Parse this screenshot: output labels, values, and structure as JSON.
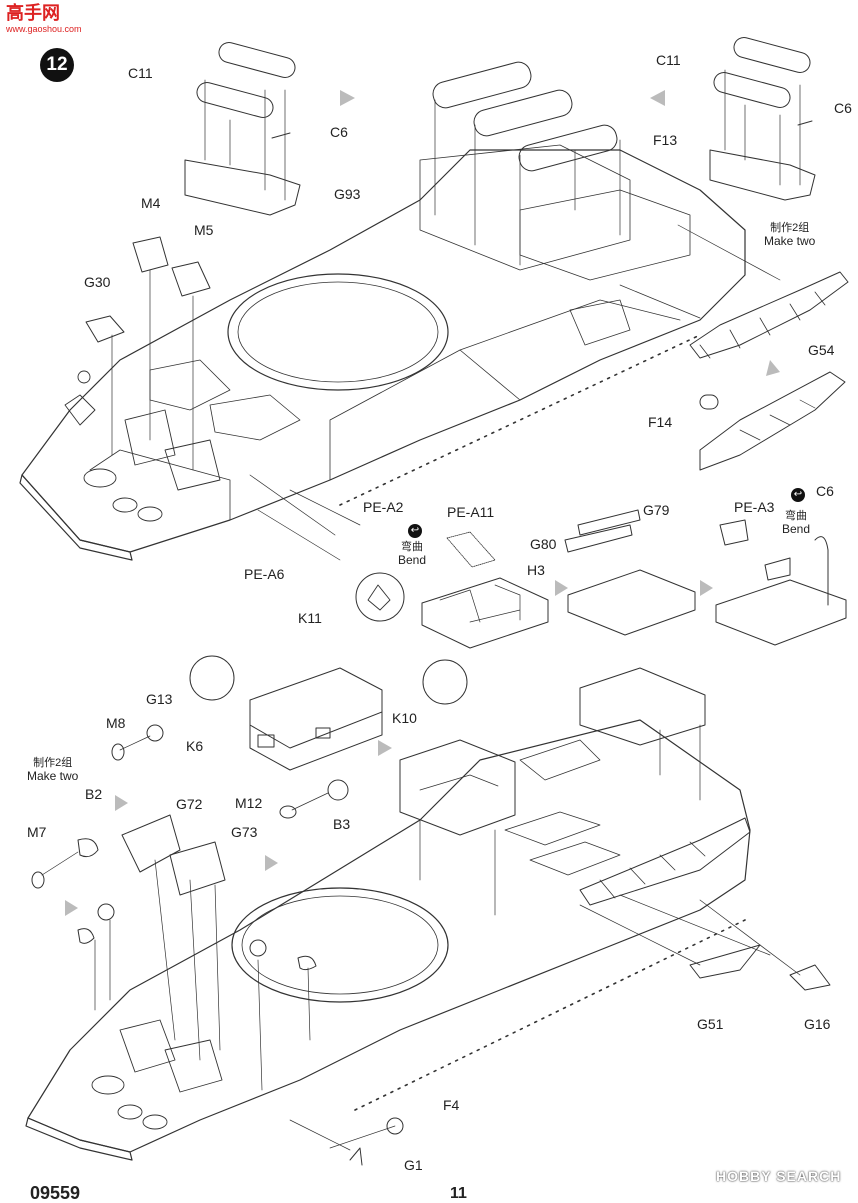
{
  "header": {
    "logo_text": "高手网",
    "logo_url": "www.gaoshou.com"
  },
  "step": {
    "number": "12"
  },
  "labels": {
    "C11_a": "C11",
    "C6_a": "C6",
    "G93": "G93",
    "C11_b": "C11",
    "C6_b": "C6",
    "F13": "F13",
    "M4": "M4",
    "M5": "M5",
    "G30": "G30",
    "make_two_a_cn": "制作2组",
    "make_two_a_en": "Make two",
    "G54": "G54",
    "F14": "F14",
    "PE_A2": "PE-A2",
    "PE_A6": "PE-A6",
    "PE_A11": "PE-A11",
    "bend_a_cn": "弯曲",
    "bend_a_en": "Bend",
    "G79": "G79",
    "G80": "G80",
    "H3": "H3",
    "PE_A3": "PE-A3",
    "C6_c": "C6",
    "bend_b_cn": "弯曲",
    "bend_b_en": "Bend",
    "K11": "K11",
    "K10": "K10",
    "K6": "K6",
    "G13": "G13",
    "M8": "M8",
    "make_two_b_cn": "制作2组",
    "make_two_b_en": "Make two",
    "B2": "B2",
    "G72": "G72",
    "G73": "G73",
    "M12": "M12",
    "B3": "B3",
    "M7": "M7",
    "F4": "F4",
    "G1": "G1",
    "G51": "G51",
    "G16": "G16"
  },
  "footer": {
    "kit_number": "09559",
    "page_number": "11",
    "watermark": "HOBBY SEARCH"
  }
}
